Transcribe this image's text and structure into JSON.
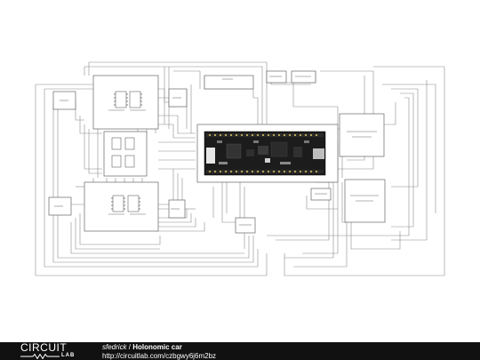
{
  "footer": {
    "logo_top": "CIRCUIT",
    "logo_bottom": "LAB",
    "author": "sfedrick",
    "separator": " / ",
    "title": "Holonomic car",
    "url": "http://circuitlab.com/czbgwy6j6m2bz"
  },
  "colors": {
    "wire": "#888888",
    "board": "#1c1c1c",
    "footer_bg": "#111111",
    "footer_text": "#ffffff"
  }
}
